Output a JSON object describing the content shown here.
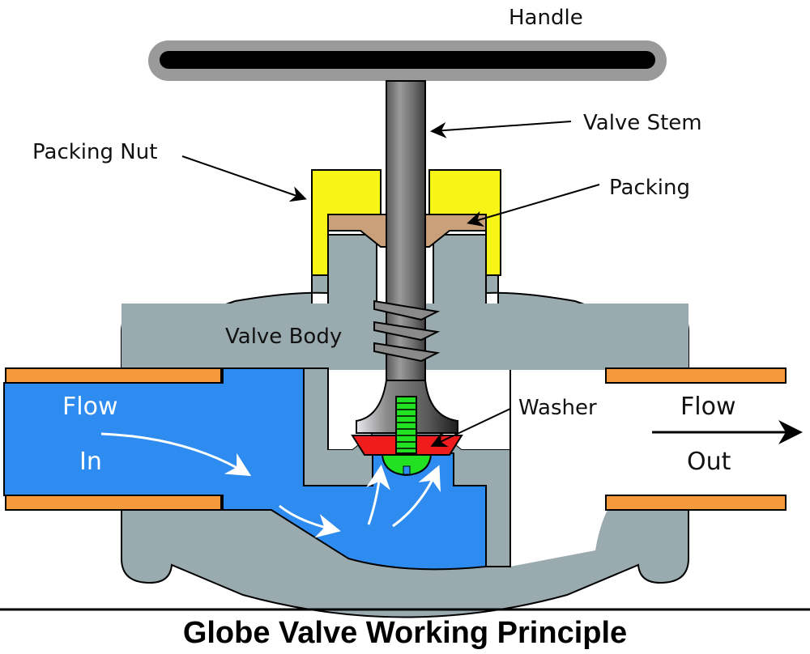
{
  "title": "Globe Valve Working Principle",
  "labels": {
    "handle": "Handle",
    "valve_stem": "Valve Stem",
    "packing_nut": "Packing Nut",
    "packing": "Packing",
    "valve_body": "Valve Body",
    "washer": "Washer",
    "flow_in_1": "Flow",
    "flow_in_2": "In",
    "flow_out_1": "Flow",
    "flow_out_2": "Out"
  },
  "colors": {
    "body": "#9aabb0",
    "water": "#2e8bf0",
    "pipe": "#f59a3c",
    "packing_nut": "#f7f516",
    "packing": "#c9a07a",
    "washer": "#ee1c1c",
    "screw": "#22e022",
    "handle_outer": "#9a9a9a",
    "handle_inner": "#000000"
  }
}
